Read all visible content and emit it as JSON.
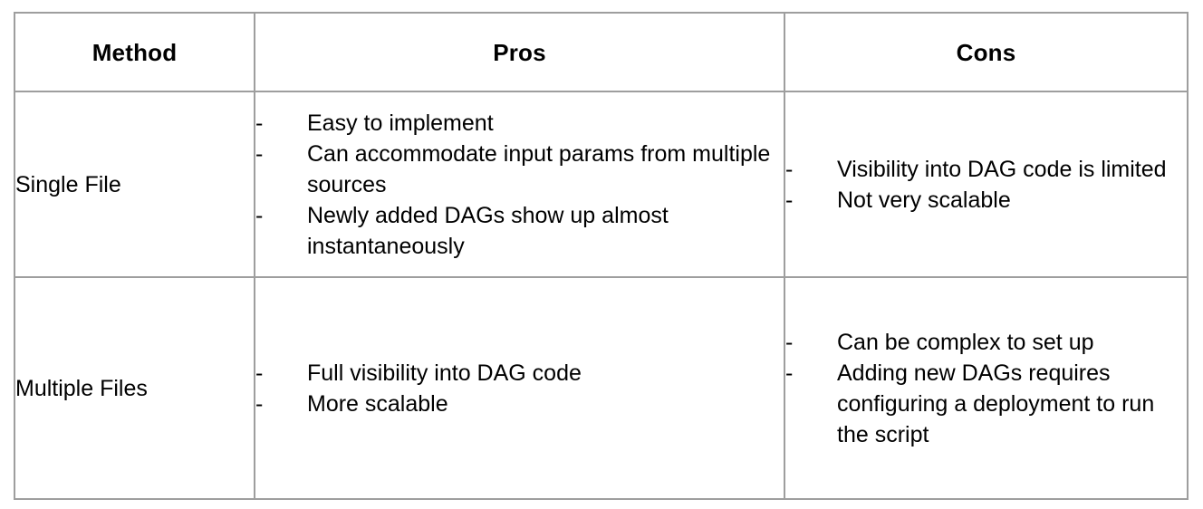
{
  "table": {
    "bullet_marker": "-",
    "border_color": "#9e9e9e",
    "text_color": "#000000",
    "background_color": "#ffffff",
    "columns": [
      {
        "key": "method",
        "header": "Method"
      },
      {
        "key": "pros",
        "header": "Pros"
      },
      {
        "key": "cons",
        "header": "Cons"
      }
    ],
    "rows": [
      {
        "method": "Single File",
        "pros": [
          "Easy to implement",
          "Can accommodate input params from multiple sources",
          "Newly added DAGs show up almost instantaneously"
        ],
        "cons": [
          "Visibility into DAG code is limited",
          "Not very scalable"
        ]
      },
      {
        "method": "Multiple Files",
        "pros": [
          "Full visibility into DAG code",
          "More scalable"
        ],
        "cons": [
          "Can be complex to set up",
          "Adding new DAGs requires configuring a deployment to run the script"
        ]
      }
    ]
  }
}
